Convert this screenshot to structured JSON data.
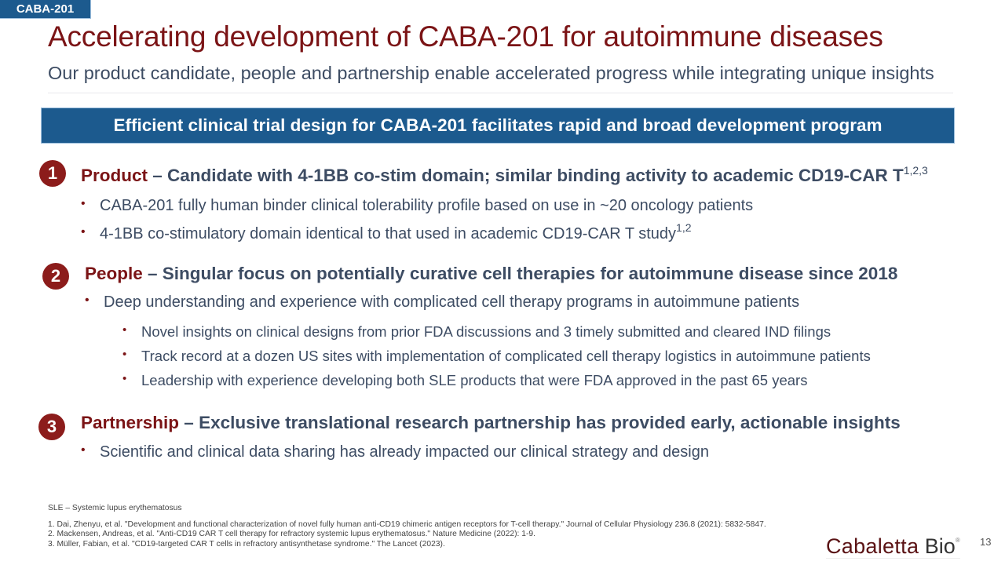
{
  "tag": "CABA-201",
  "header": {
    "title": "Accelerating development of CABA-201 for autoimmune diseases",
    "subtitle": "Our product candidate, people and partnership enable accelerated progress while integrating unique insights"
  },
  "banner": "Efficient clinical trial design for CABA-201 facilitates rapid and broad development program",
  "sections": [
    {
      "number": "1",
      "keyword": "Product",
      "heading": " – Candidate with 4-1BB co-stim domain; similar binding activity to academic CD19-CAR T",
      "heading_sup": "1,2,3",
      "bullets": [
        {
          "text": "CABA-201 fully human binder clinical tolerability profile based on use in ~20 oncology patients",
          "sup": ""
        },
        {
          "text": "4-1BB co-stimulatory domain identical to that used in academic CD19-CAR T study",
          "sup": "1,2"
        }
      ]
    },
    {
      "number": "2",
      "keyword": "People",
      "heading": " – Singular focus on potentially curative cell therapies for autoimmune disease since 2018",
      "bullets": [
        {
          "text": "Deep understanding and experience with complicated cell therapy programs in autoimmune patients"
        }
      ],
      "sub_bullets": [
        {
          "text": "Novel insights on clinical designs from prior FDA discussions and 3 timely submitted and cleared IND filings"
        },
        {
          "text": "Track record at a dozen US sites with implementation of complicated cell therapy logistics in autoimmune patients"
        },
        {
          "text": "Leadership with experience developing both SLE products that were FDA approved in the past 65 years"
        }
      ]
    },
    {
      "number": "3",
      "keyword": "Partnership",
      "heading": " – Exclusive translational research partnership has provided early, actionable insights",
      "bullets": [
        {
          "text": "Scientific and clinical data sharing has already impacted our clinical strategy and design"
        }
      ]
    }
  ],
  "footnotes": {
    "abbreviation": "SLE – Systemic lupus erythematosus",
    "references": [
      "1. Dai, Zhenyu, et al. \"Development and functional characterization of novel fully human anti-CD19 chimeric antigen receptors for T-cell therapy.\" Journal of Cellular Physiology 236.8 (2021): 5832-5847.",
      "2. Mackensen, Andreas, et al. \"Anti-CD19 CAR T cell therapy for refractory systemic lupus erythematosus.\" Nature Medicine (2022): 1-9.",
      "3. Müller, Fabian, et al. \"CD19-targeted CAR T cells in refractory antisynthetase syndrome.\" The Lancet (2023)."
    ]
  },
  "logo": {
    "part1": "Cabaletta",
    "part2": " Bio",
    "reg": "®"
  },
  "page_number": "13",
  "bullet_glyph": "•",
  "colors": {
    "brand_red": "#7b1416",
    "brand_blue": "#1c5a8e",
    "text_slate": "#3d4c63",
    "number_circle": "#8c1c1b"
  }
}
